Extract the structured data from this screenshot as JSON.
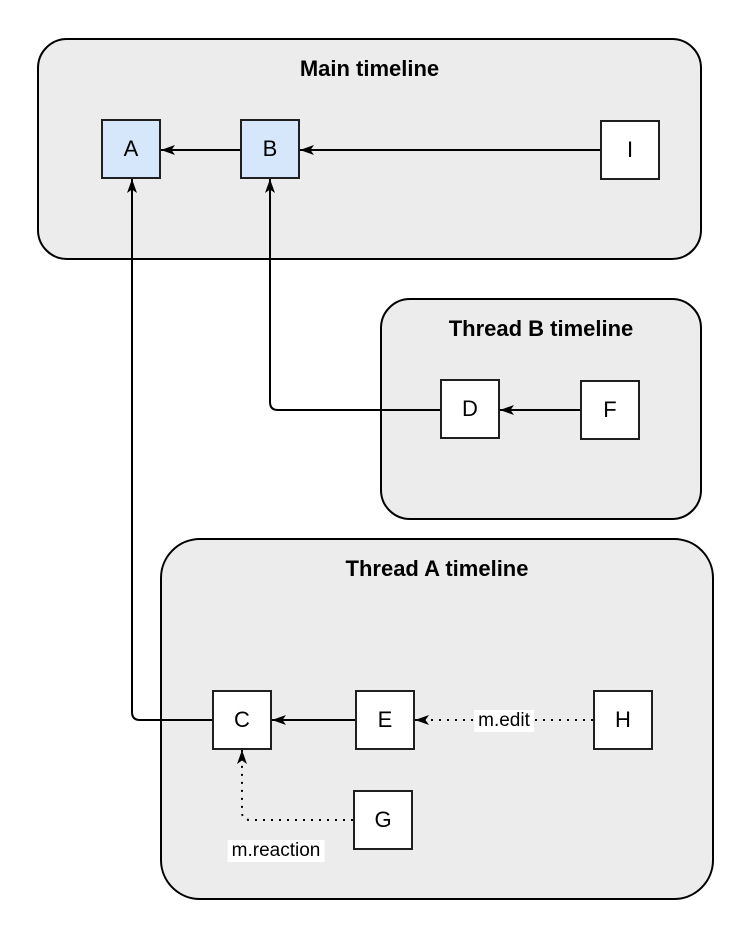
{
  "diagram": {
    "type": "event-relation-graph",
    "containers": [
      {
        "id": "main",
        "title": "Main timeline"
      },
      {
        "id": "thread-b",
        "title": "Thread B timeline"
      },
      {
        "id": "thread-a",
        "title": "Thread A timeline"
      }
    ],
    "nodes": [
      {
        "id": "A",
        "label": "A",
        "container": "main",
        "highlighted": true
      },
      {
        "id": "B",
        "label": "B",
        "container": "main",
        "highlighted": true
      },
      {
        "id": "I",
        "label": "I",
        "container": "main",
        "highlighted": false
      },
      {
        "id": "D",
        "label": "D",
        "container": "thread-b",
        "highlighted": false
      },
      {
        "id": "F",
        "label": "F",
        "container": "thread-b",
        "highlighted": false
      },
      {
        "id": "C",
        "label": "C",
        "container": "thread-a",
        "highlighted": false
      },
      {
        "id": "E",
        "label": "E",
        "container": "thread-a",
        "highlighted": false
      },
      {
        "id": "H",
        "label": "H",
        "container": "thread-a",
        "highlighted": false
      },
      {
        "id": "G",
        "label": "G",
        "container": "thread-a",
        "highlighted": false
      }
    ],
    "edges": [
      {
        "source": "B",
        "target": "A",
        "style": "solid",
        "label": ""
      },
      {
        "source": "I",
        "target": "B",
        "style": "solid",
        "label": ""
      },
      {
        "source": "F",
        "target": "D",
        "style": "solid",
        "label": ""
      },
      {
        "source": "D",
        "target": "B",
        "style": "solid",
        "label": ""
      },
      {
        "source": "E",
        "target": "C",
        "style": "solid",
        "label": ""
      },
      {
        "source": "C",
        "target": "A",
        "style": "solid",
        "label": ""
      },
      {
        "source": "H",
        "target": "E",
        "style": "dotted",
        "label": "m.edit"
      },
      {
        "source": "G",
        "target": "C",
        "style": "dotted",
        "label": "m.reaction"
      }
    ],
    "edge_labels": {
      "edit": "m.edit",
      "reaction": "m.reaction"
    },
    "colors": {
      "container_fill": "#ececec",
      "container_stroke": "#000000",
      "node_fill": "#ffffff",
      "node_highlight_fill": "#d6e7fb",
      "node_stroke": "#1f1f1f",
      "edge_color": "#000000",
      "label_background": "#ffffff"
    }
  }
}
